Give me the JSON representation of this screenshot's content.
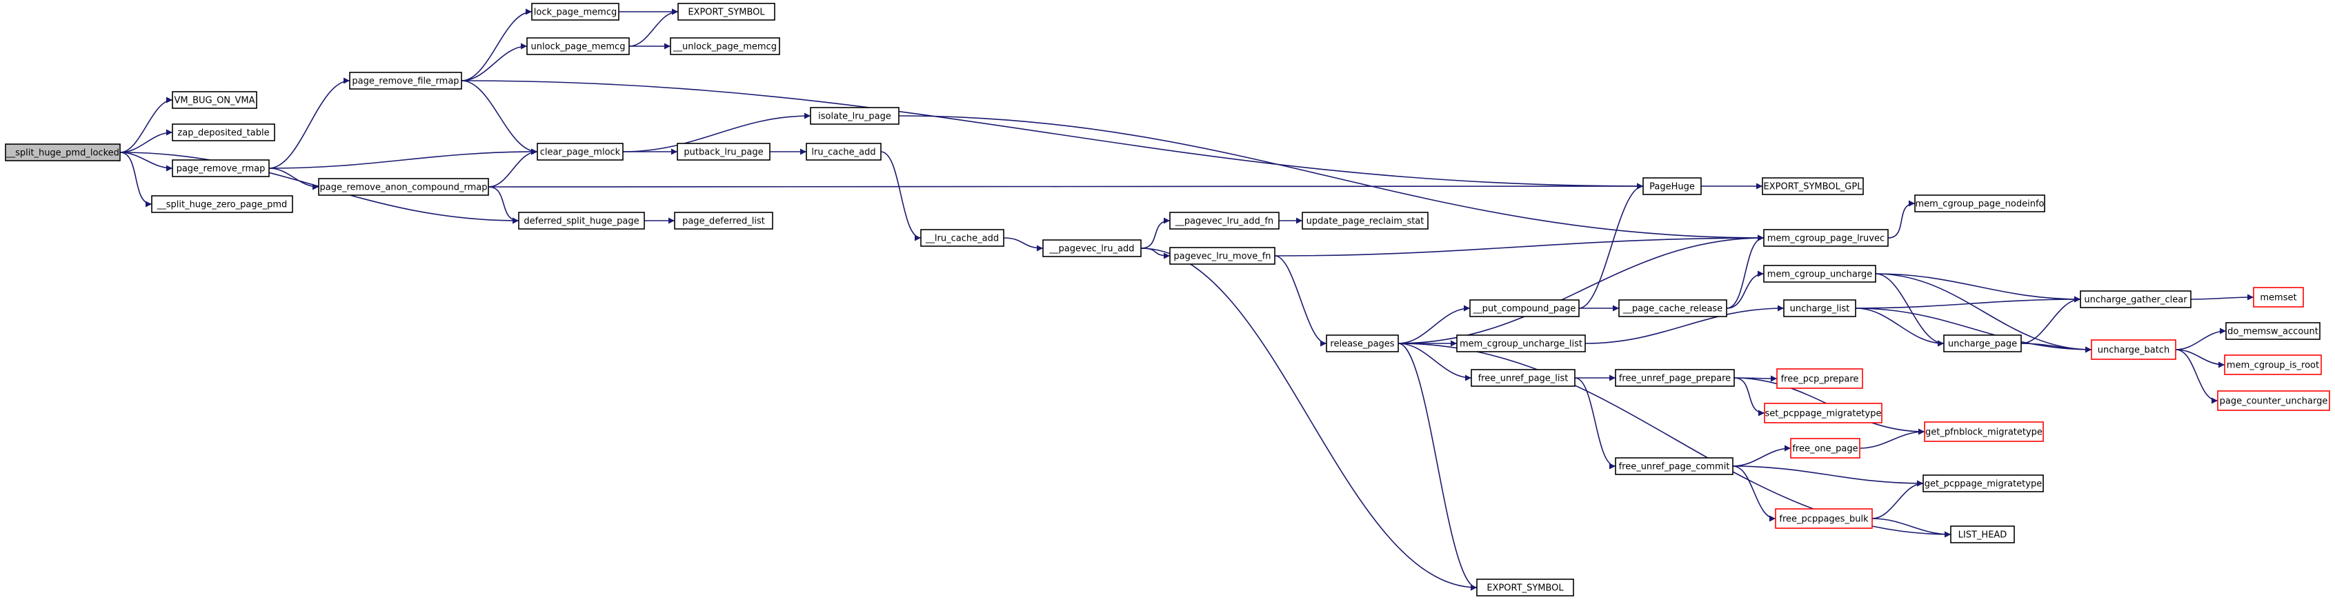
{
  "colors": {
    "edge": "#191970",
    "node_border": "#000000",
    "node_border_truncated": "#ff0000",
    "node_fill": "#ffffff",
    "root_fill": "#bfbfbf"
  },
  "graph": {
    "nodes": [
      {
        "id": "split_huge_pmd_locked",
        "label": "__split_huge_pmd_locked",
        "root": true
      },
      {
        "id": "vm_bug_on_vma",
        "label": "VM_BUG_ON_VMA"
      },
      {
        "id": "zap_deposited_table",
        "label": "zap_deposited_table"
      },
      {
        "id": "page_remove_rmap",
        "label": "page_remove_rmap"
      },
      {
        "id": "split_huge_zero_page_pmd",
        "label": "__split_huge_zero_page_pmd"
      },
      {
        "id": "page_remove_file_rmap",
        "label": "page_remove_file_rmap"
      },
      {
        "id": "page_remove_anon_compound_rmap",
        "label": "page_remove_anon_compound_rmap"
      },
      {
        "id": "lock_page_memcg",
        "label": "lock_page_memcg"
      },
      {
        "id": "unlock_page_memcg",
        "label": "unlock_page_memcg"
      },
      {
        "id": "clear_page_mlock",
        "label": "clear_page_mlock"
      },
      {
        "id": "deferred_split_huge_page",
        "label": "deferred_split_huge_page"
      },
      {
        "id": "export_symbol_top",
        "label": "EXPORT_SYMBOL"
      },
      {
        "id": "unlock_page_memcg_inner",
        "label": "__unlock_page_memcg"
      },
      {
        "id": "isolate_lru_page",
        "label": "isolate_lru_page"
      },
      {
        "id": "putback_lru_page",
        "label": "putback_lru_page"
      },
      {
        "id": "lru_cache_add",
        "label": "lru_cache_add"
      },
      {
        "id": "page_deferred_list",
        "label": "page_deferred_list"
      },
      {
        "id": "lru_cache_add_inner",
        "label": "__lru_cache_add"
      },
      {
        "id": "pagevec_lru_add",
        "label": "__pagevec_lru_add"
      },
      {
        "id": "pagevec_lru_add_fn",
        "label": "__pagevec_lru_add_fn"
      },
      {
        "id": "pagevec_lru_move_fn",
        "label": "pagevec_lru_move_fn"
      },
      {
        "id": "update_page_reclaim_stat",
        "label": "update_page_reclaim_stat"
      },
      {
        "id": "page_huge",
        "label": "PageHuge"
      },
      {
        "id": "export_symbol_gpl",
        "label": "EXPORT_SYMBOL_GPL"
      },
      {
        "id": "mem_cgroup_page_nodeinfo",
        "label": "mem_cgroup_page_nodeinfo"
      },
      {
        "id": "mem_cgroup_page_lruvec",
        "label": "mem_cgroup_page_lruvec"
      },
      {
        "id": "mem_cgroup_uncharge",
        "label": "mem_cgroup_uncharge"
      },
      {
        "id": "put_compound_page",
        "label": "__put_compound_page"
      },
      {
        "id": "page_cache_release",
        "label": "__page_cache_release"
      },
      {
        "id": "release_pages",
        "label": "release_pages"
      },
      {
        "id": "mem_cgroup_uncharge_list",
        "label": "mem_cgroup_uncharge_list"
      },
      {
        "id": "uncharge_list",
        "label": "uncharge_list"
      },
      {
        "id": "uncharge_page",
        "label": "uncharge_page"
      },
      {
        "id": "uncharge_gather_clear",
        "label": "uncharge_gather_clear"
      },
      {
        "id": "memset",
        "label": "memset",
        "truncated": true
      },
      {
        "id": "uncharge_batch",
        "label": "uncharge_batch",
        "truncated": true
      },
      {
        "id": "do_memsw_account",
        "label": "do_memsw_account"
      },
      {
        "id": "mem_cgroup_is_root",
        "label": "mem_cgroup_is_root",
        "truncated": true
      },
      {
        "id": "page_counter_uncharge",
        "label": "page_counter_uncharge",
        "truncated": true
      },
      {
        "id": "free_unref_page_list",
        "label": "free_unref_page_list"
      },
      {
        "id": "free_unref_page_prepare",
        "label": "free_unref_page_prepare"
      },
      {
        "id": "free_pcp_prepare",
        "label": "free_pcp_prepare",
        "truncated": true
      },
      {
        "id": "set_pcppage_migratetype",
        "label": "set_pcppage_migratetype",
        "truncated": true
      },
      {
        "id": "get_pfnblock_migratetype",
        "label": "get_pfnblock_migratetype",
        "truncated": true
      },
      {
        "id": "free_unref_page_commit",
        "label": "free_unref_page_commit"
      },
      {
        "id": "free_one_page",
        "label": "free_one_page",
        "truncated": true
      },
      {
        "id": "free_pcppages_bulk",
        "label": "free_pcppages_bulk",
        "truncated": true
      },
      {
        "id": "get_pcppage_migratetype",
        "label": "get_pcppage_migratetype"
      },
      {
        "id": "list_head",
        "label": "LIST_HEAD"
      },
      {
        "id": "export_symbol_bottom",
        "label": "EXPORT_SYMBOL"
      }
    ],
    "edges": [
      [
        "split_huge_pmd_locked",
        "vm_bug_on_vma"
      ],
      [
        "split_huge_pmd_locked",
        "zap_deposited_table"
      ],
      [
        "split_huge_pmd_locked",
        "page_remove_rmap"
      ],
      [
        "split_huge_pmd_locked",
        "split_huge_zero_page_pmd"
      ],
      [
        "split_huge_pmd_locked",
        "deferred_split_huge_page"
      ],
      [
        "page_remove_rmap",
        "page_remove_file_rmap"
      ],
      [
        "page_remove_rmap",
        "clear_page_mlock"
      ],
      [
        "page_remove_rmap",
        "page_remove_anon_compound_rmap"
      ],
      [
        "page_remove_file_rmap",
        "lock_page_memcg"
      ],
      [
        "page_remove_file_rmap",
        "unlock_page_memcg"
      ],
      [
        "page_remove_file_rmap",
        "page_huge"
      ],
      [
        "page_remove_file_rmap",
        "clear_page_mlock"
      ],
      [
        "page_remove_anon_compound_rmap",
        "clear_page_mlock"
      ],
      [
        "page_remove_anon_compound_rmap",
        "deferred_split_huge_page"
      ],
      [
        "page_remove_anon_compound_rmap",
        "page_huge"
      ],
      [
        "lock_page_memcg",
        "export_symbol_top"
      ],
      [
        "unlock_page_memcg",
        "export_symbol_top"
      ],
      [
        "unlock_page_memcg",
        "unlock_page_memcg_inner"
      ],
      [
        "clear_page_mlock",
        "isolate_lru_page"
      ],
      [
        "clear_page_mlock",
        "putback_lru_page"
      ],
      [
        "isolate_lru_page",
        "mem_cgroup_page_lruvec"
      ],
      [
        "putback_lru_page",
        "lru_cache_add"
      ],
      [
        "lru_cache_add",
        "lru_cache_add_inner"
      ],
      [
        "deferred_split_huge_page",
        "page_deferred_list"
      ],
      [
        "lru_cache_add_inner",
        "pagevec_lru_add"
      ],
      [
        "pagevec_lru_add",
        "pagevec_lru_add_fn"
      ],
      [
        "pagevec_lru_add",
        "pagevec_lru_move_fn"
      ],
      [
        "pagevec_lru_add",
        "export_symbol_bottom"
      ],
      [
        "pagevec_lru_add_fn",
        "update_page_reclaim_stat"
      ],
      [
        "pagevec_lru_move_fn",
        "mem_cgroup_page_lruvec"
      ],
      [
        "pagevec_lru_move_fn",
        "release_pages"
      ],
      [
        "page_huge",
        "export_symbol_gpl"
      ],
      [
        "mem_cgroup_page_lruvec",
        "mem_cgroup_page_nodeinfo"
      ],
      [
        "release_pages",
        "mem_cgroup_page_lruvec"
      ],
      [
        "release_pages",
        "put_compound_page"
      ],
      [
        "release_pages",
        "mem_cgroup_uncharge_list"
      ],
      [
        "release_pages",
        "free_unref_page_list"
      ],
      [
        "release_pages",
        "list_head"
      ],
      [
        "release_pages",
        "export_symbol_bottom"
      ],
      [
        "put_compound_page",
        "page_huge"
      ],
      [
        "put_compound_page",
        "page_cache_release"
      ],
      [
        "page_cache_release",
        "mem_cgroup_page_lruvec"
      ],
      [
        "page_cache_release",
        "mem_cgroup_uncharge"
      ],
      [
        "mem_cgroup_uncharge",
        "uncharge_gather_clear"
      ],
      [
        "mem_cgroup_uncharge",
        "uncharge_page"
      ],
      [
        "mem_cgroup_uncharge",
        "uncharge_batch"
      ],
      [
        "mem_cgroup_uncharge_list",
        "uncharge_list"
      ],
      [
        "uncharge_list",
        "uncharge_gather_clear"
      ],
      [
        "uncharge_list",
        "uncharge_page"
      ],
      [
        "uncharge_list",
        "uncharge_batch"
      ],
      [
        "uncharge_page",
        "uncharge_batch"
      ],
      [
        "uncharge_page",
        "uncharge_gather_clear"
      ],
      [
        "uncharge_gather_clear",
        "memset"
      ],
      [
        "uncharge_batch",
        "do_memsw_account"
      ],
      [
        "uncharge_batch",
        "mem_cgroup_is_root"
      ],
      [
        "uncharge_batch",
        "page_counter_uncharge"
      ],
      [
        "free_unref_page_list",
        "free_unref_page_prepare"
      ],
      [
        "free_unref_page_list",
        "free_unref_page_commit"
      ],
      [
        "free_unref_page_prepare",
        "free_pcp_prepare"
      ],
      [
        "free_unref_page_prepare",
        "set_pcppage_migratetype"
      ],
      [
        "free_unref_page_prepare",
        "get_pfnblock_migratetype"
      ],
      [
        "free_unref_page_commit",
        "free_one_page"
      ],
      [
        "free_unref_page_commit",
        "get_pcppage_migratetype"
      ],
      [
        "free_unref_page_commit",
        "free_pcppages_bulk"
      ],
      [
        "free_one_page",
        "get_pfnblock_migratetype"
      ],
      [
        "free_pcppages_bulk",
        "get_pcppage_migratetype"
      ],
      [
        "free_pcppages_bulk",
        "list_head"
      ]
    ]
  }
}
